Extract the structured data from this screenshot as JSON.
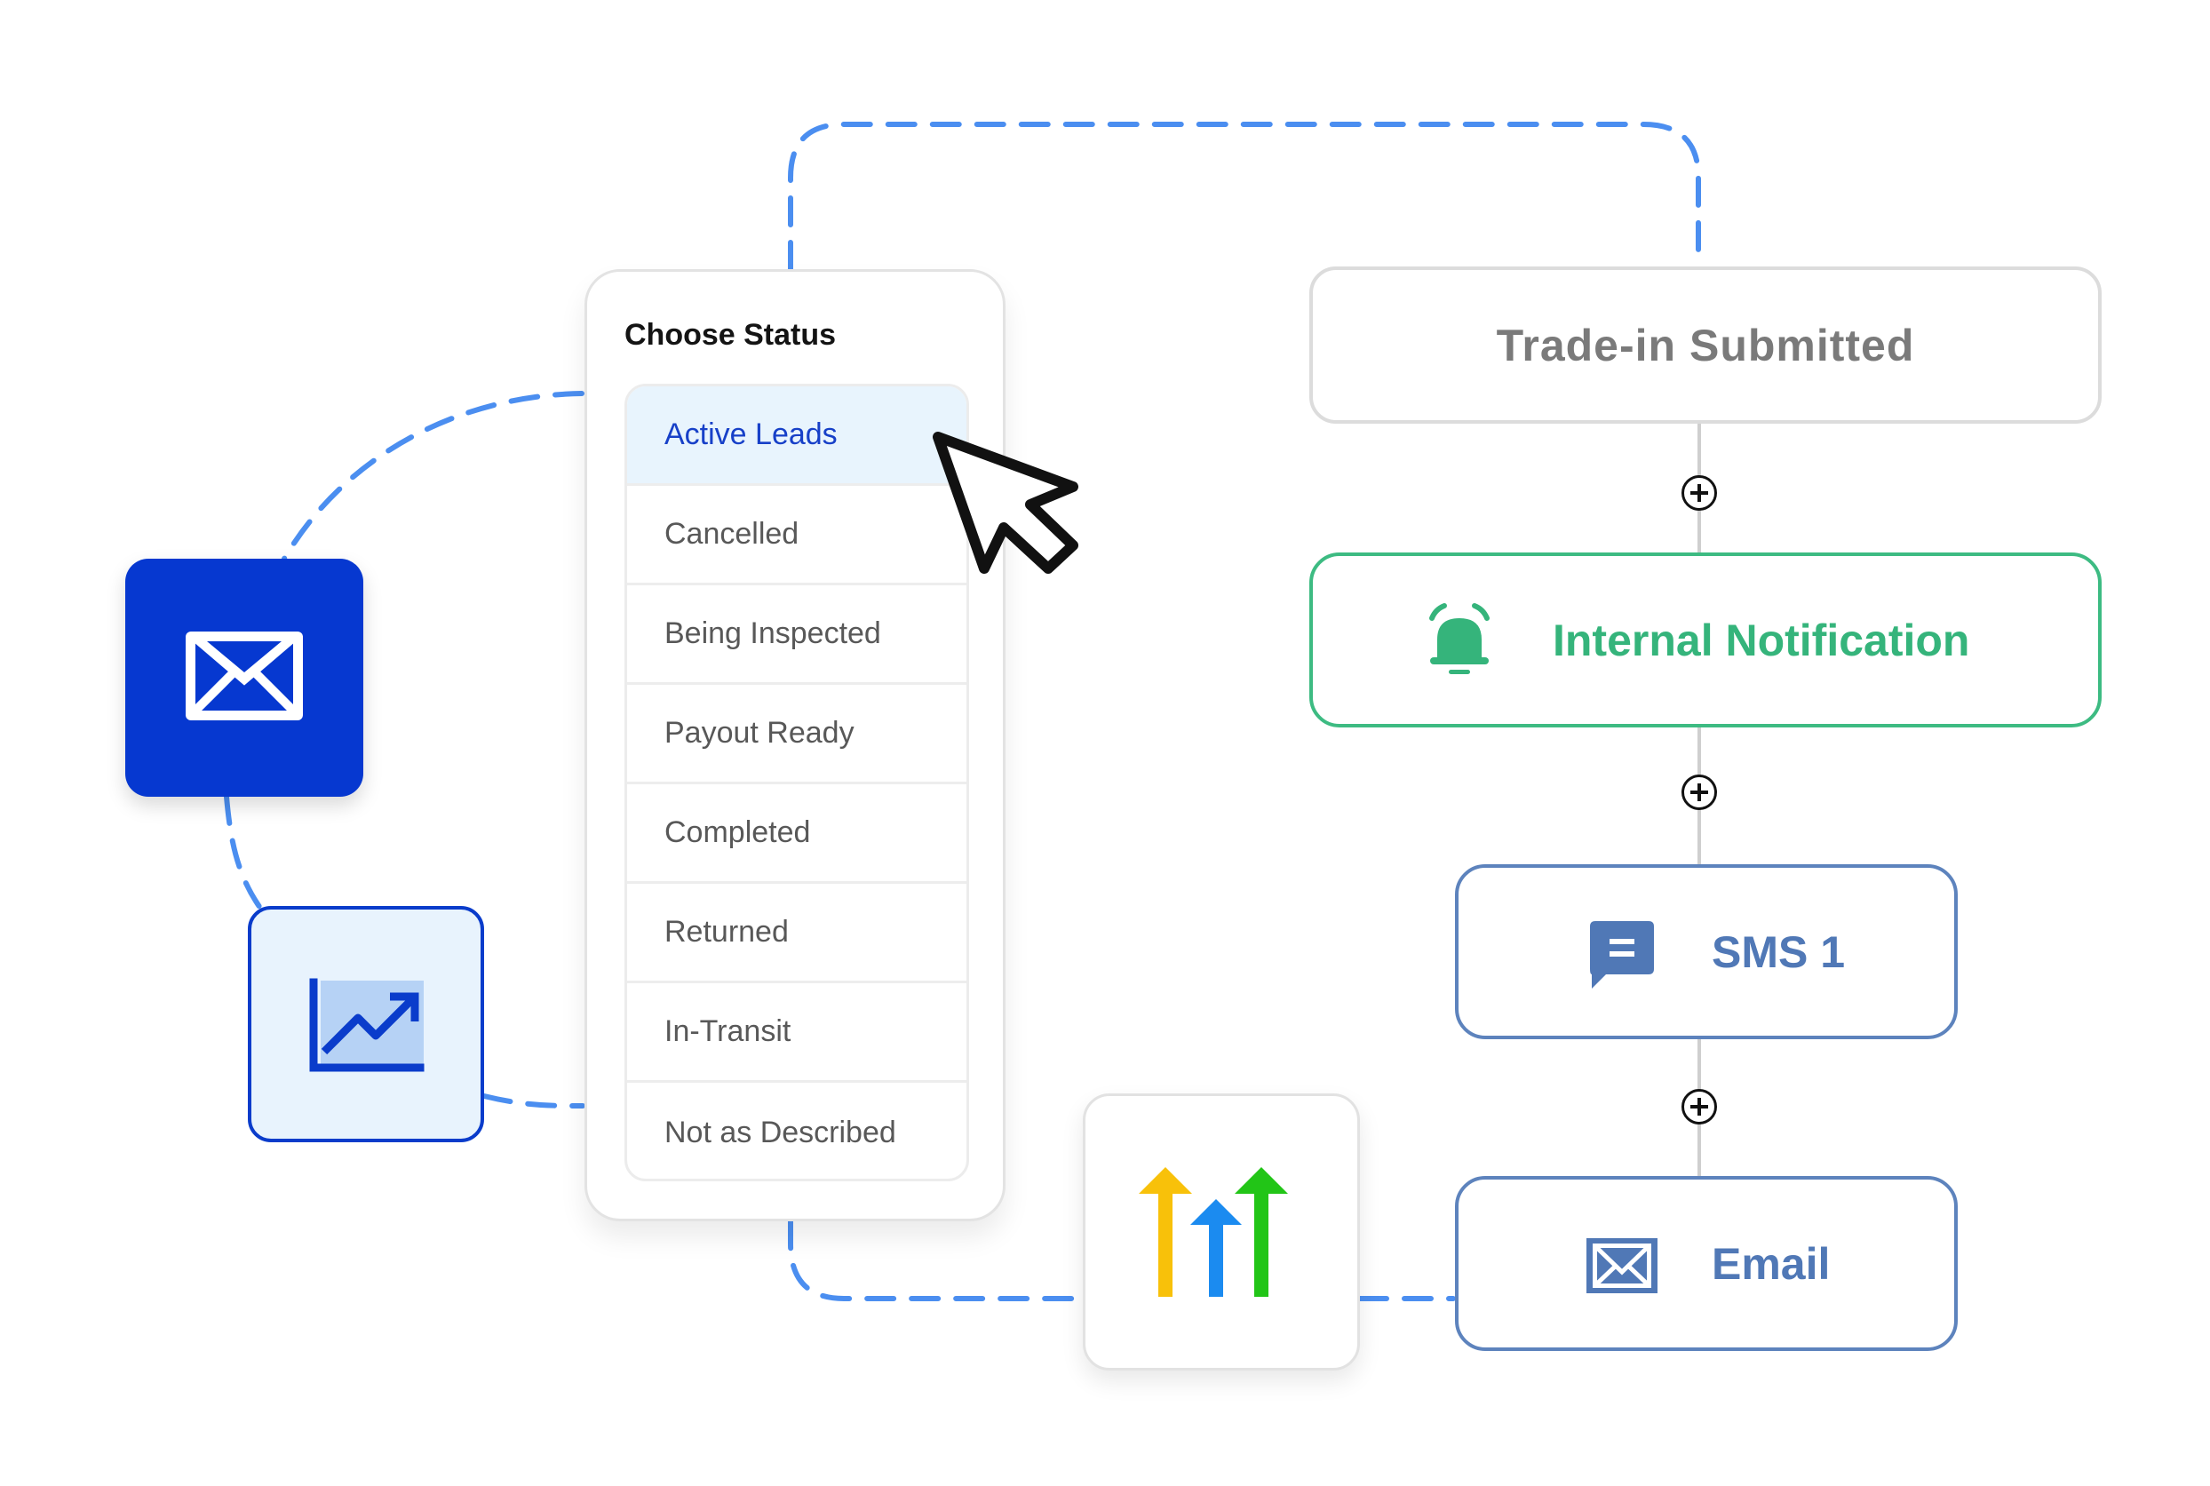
{
  "status_panel": {
    "title": "Choose Status",
    "items": [
      {
        "label": "Active Leads",
        "selected": true
      },
      {
        "label": "Cancelled"
      },
      {
        "label": "Being Inspected"
      },
      {
        "label": "Payout Ready"
      },
      {
        "label": "Completed"
      },
      {
        "label": "Returned"
      },
      {
        "label": "In-Transit"
      },
      {
        "label": "Not as Described"
      }
    ]
  },
  "workflow": {
    "trigger": "Trade-in Submitted",
    "steps": [
      {
        "label": "Internal Notification",
        "icon": "bell-icon"
      },
      {
        "label": "SMS 1",
        "icon": "chat-icon"
      },
      {
        "label": "Email",
        "icon": "envelope-icon"
      }
    ]
  },
  "tiles": {
    "mail": "mail-icon",
    "chart": "trending-chart-icon",
    "logo": "arrows-logo"
  },
  "colors": {
    "dashed_connector": "#4b8ef0",
    "primary_blue": "#0638d0",
    "notification_green": "#35b47b",
    "action_blue": "#5078b6",
    "selected_item_bg": "#e8f4fd",
    "logo_yellow": "#f8c10a",
    "logo_blue": "#1b8bf0",
    "logo_green": "#22c517"
  }
}
